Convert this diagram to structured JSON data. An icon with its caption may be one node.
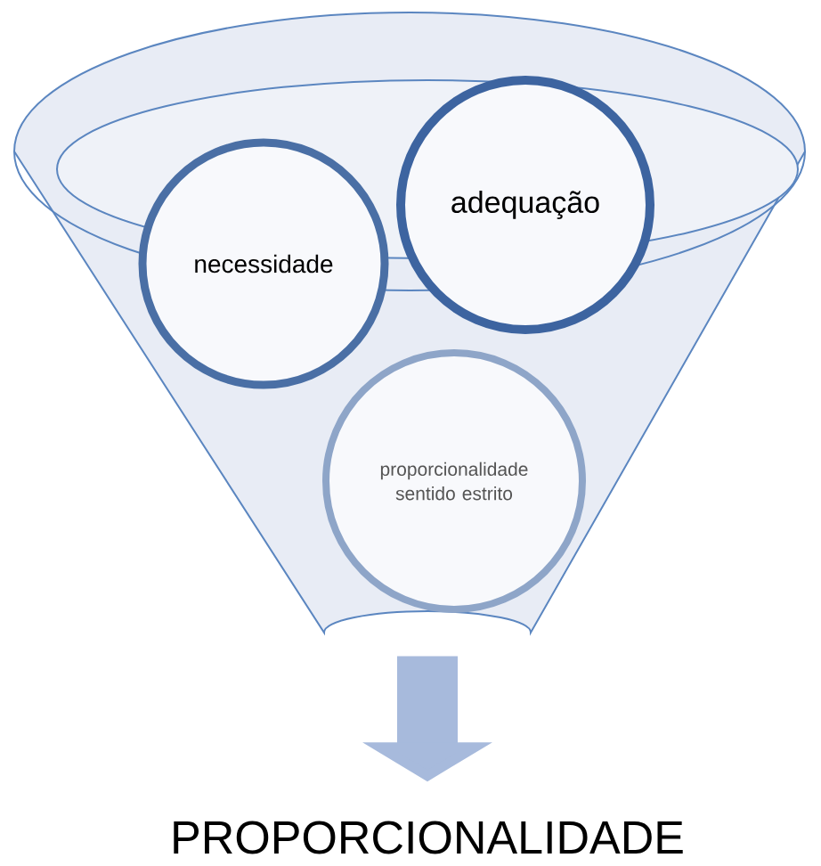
{
  "diagram": {
    "nodes": [
      {
        "text": [],
        "shape": "funnel"
      },
      {
        "text": [
          "necessidade"
        ],
        "in": 0
      },
      {
        "text": [
          "adequação"
        ],
        "in": 0
      },
      {
        "text": [
          "proporcionalidade sentido estrito"
        ],
        "in": 0
      },
      {
        "text": [
          "PROPORCIONALIDADE"
        ]
      }
    ],
    "edges": [
      {
        "from": 0,
        "to": 4,
        "arrow": "to"
      }
    ]
  }
}
